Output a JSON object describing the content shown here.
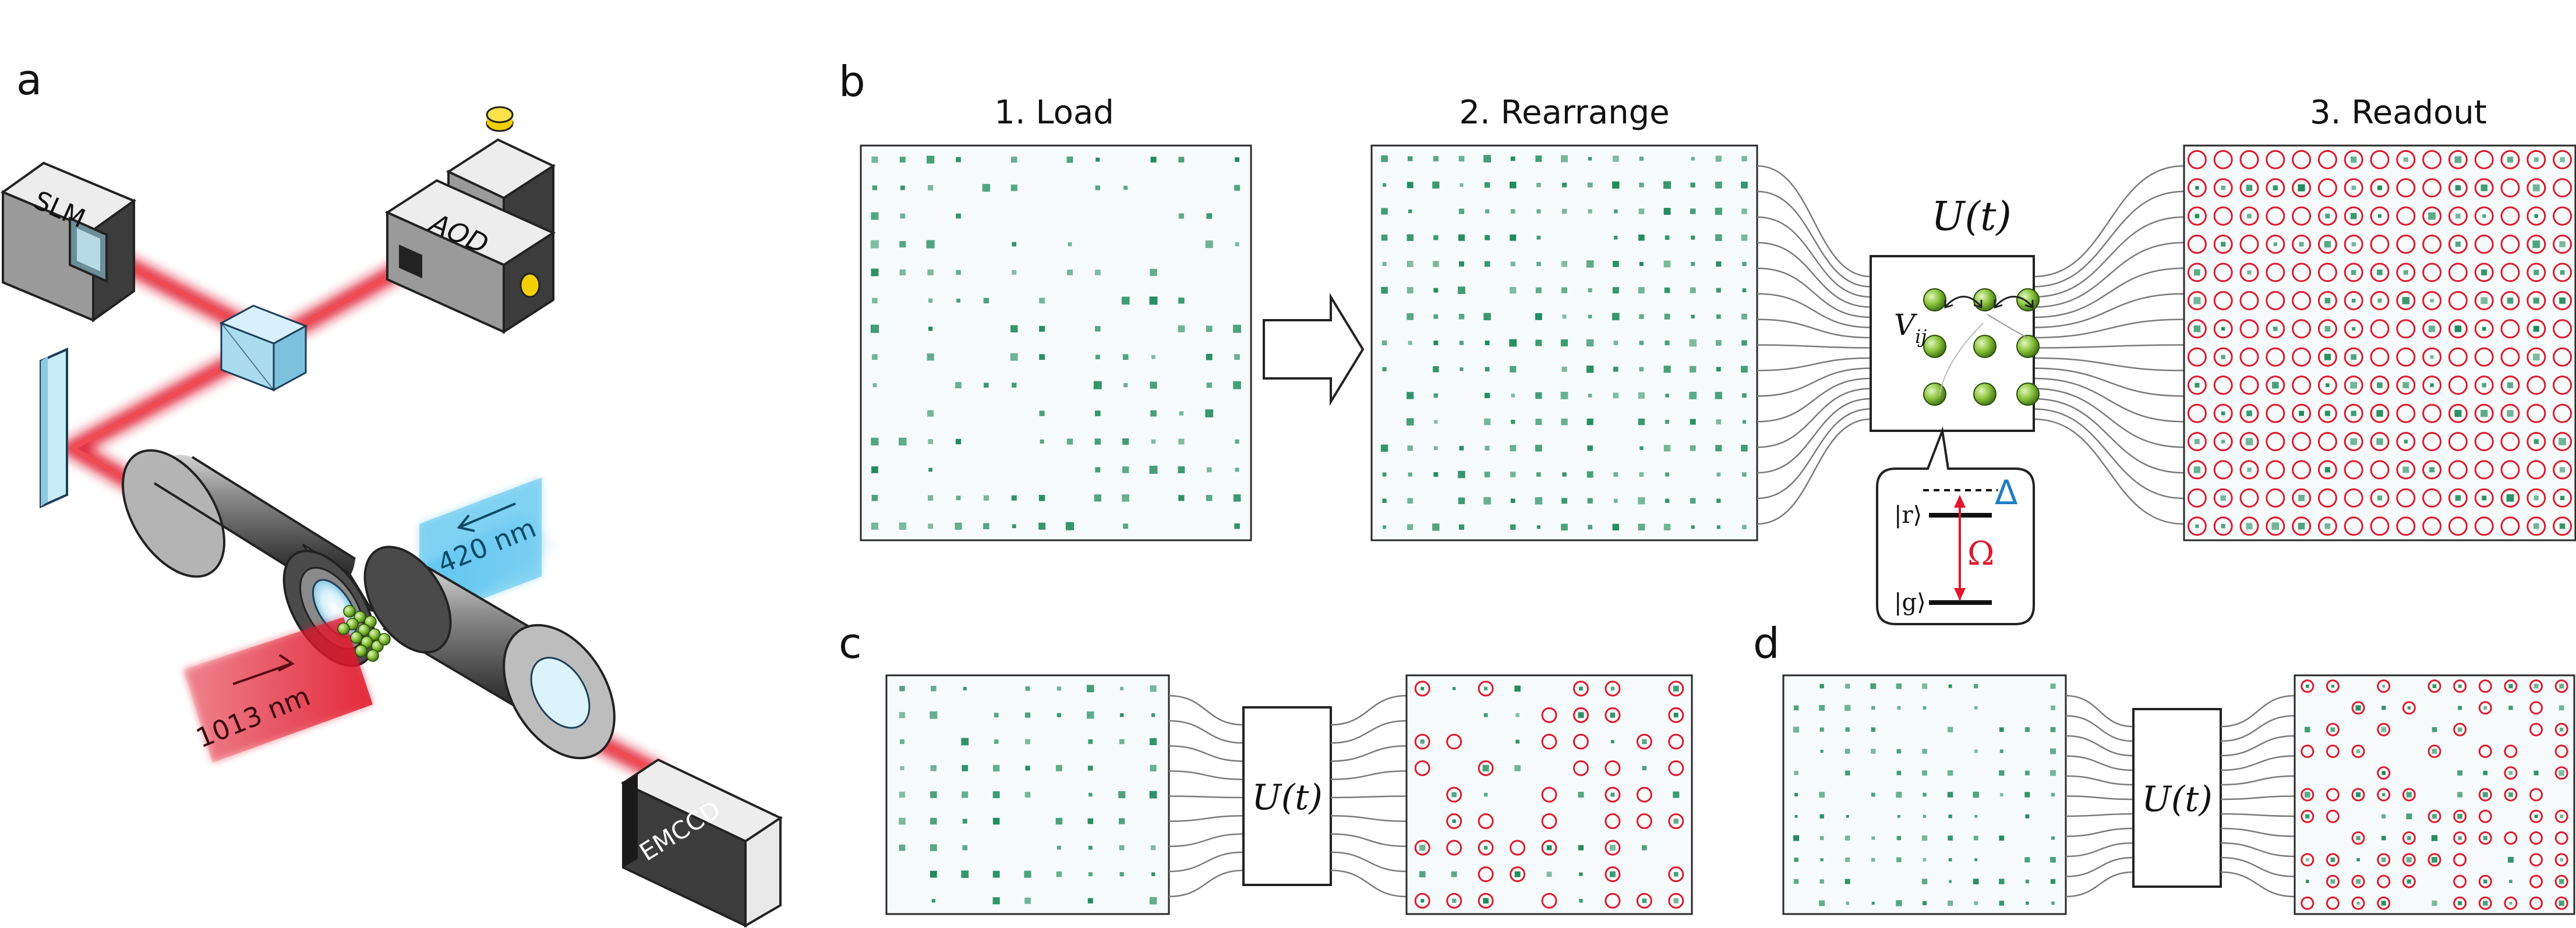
{
  "panels": {
    "a": "a",
    "b": "b",
    "c": "c",
    "d": "d"
  },
  "setup": {
    "slm_label": "SLM",
    "aod_label": "AOD",
    "emccd_label": "EMCCD",
    "beam_420_label": "420 nm",
    "beam_1013_label": "1013 nm"
  },
  "stages": {
    "load_title": "1. Load",
    "rearrange_title": "2. Rearrange",
    "readout_title": "3. Readout"
  },
  "evolution": {
    "operator_label": "U(t)",
    "interaction_label": "V",
    "interaction_subscript": "ij"
  },
  "level_diagram": {
    "excited_state": "|r⟩",
    "ground_state": "|g⟩",
    "rabi_symbol": "Ω",
    "detuning_symbol": "Δ"
  },
  "colors": {
    "laser_red": "#e0182b",
    "beam_blue": "#57c2ee",
    "atom_green": "#8dc63f",
    "fluorescence_green": "#1f8a5b",
    "readout_circle": "#e0182b",
    "detuning_blue": "#1f7ec2"
  }
}
